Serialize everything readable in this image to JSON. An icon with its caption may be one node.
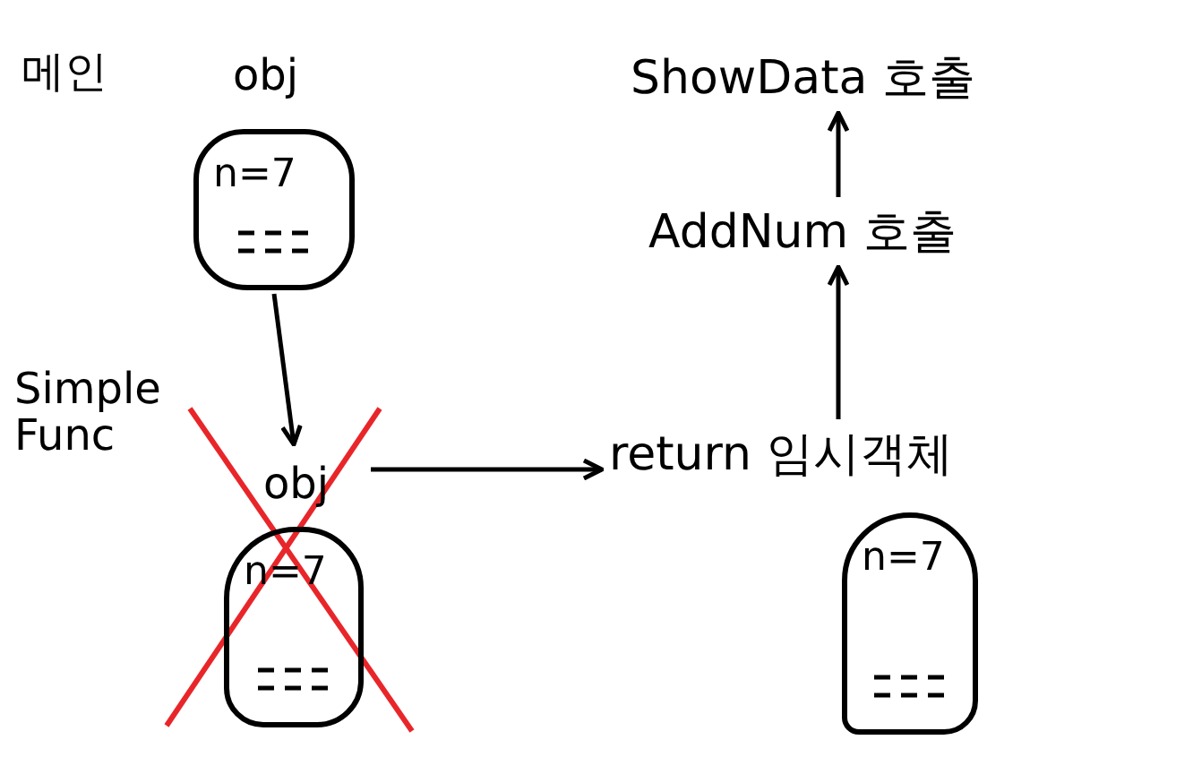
{
  "diagram": {
    "nodes": [
      {
        "text": [
          "obj",
          "n=7"
        ]
      },
      {
        "text": [
          "obj",
          "n=7"
        ]
      },
      {
        "text": [
          "return 임시객체"
        ]
      },
      {
        "text": [
          "n=7"
        ]
      },
      {
        "text": [
          "AddNum 호출"
        ]
      },
      {
        "text": [
          "ShowData 호출"
        ]
      }
    ],
    "edges": [
      {
        "from": 0,
        "to": 1,
        "arrow": "to"
      },
      {
        "from": 1,
        "to": 2,
        "arrow": "to"
      },
      {
        "from": 2,
        "to": 4,
        "arrow": "to"
      },
      {
        "from": 4,
        "to": 5,
        "arrow": "to"
      }
    ],
    "labels": [
      "메인",
      "Simple Func"
    ]
  }
}
